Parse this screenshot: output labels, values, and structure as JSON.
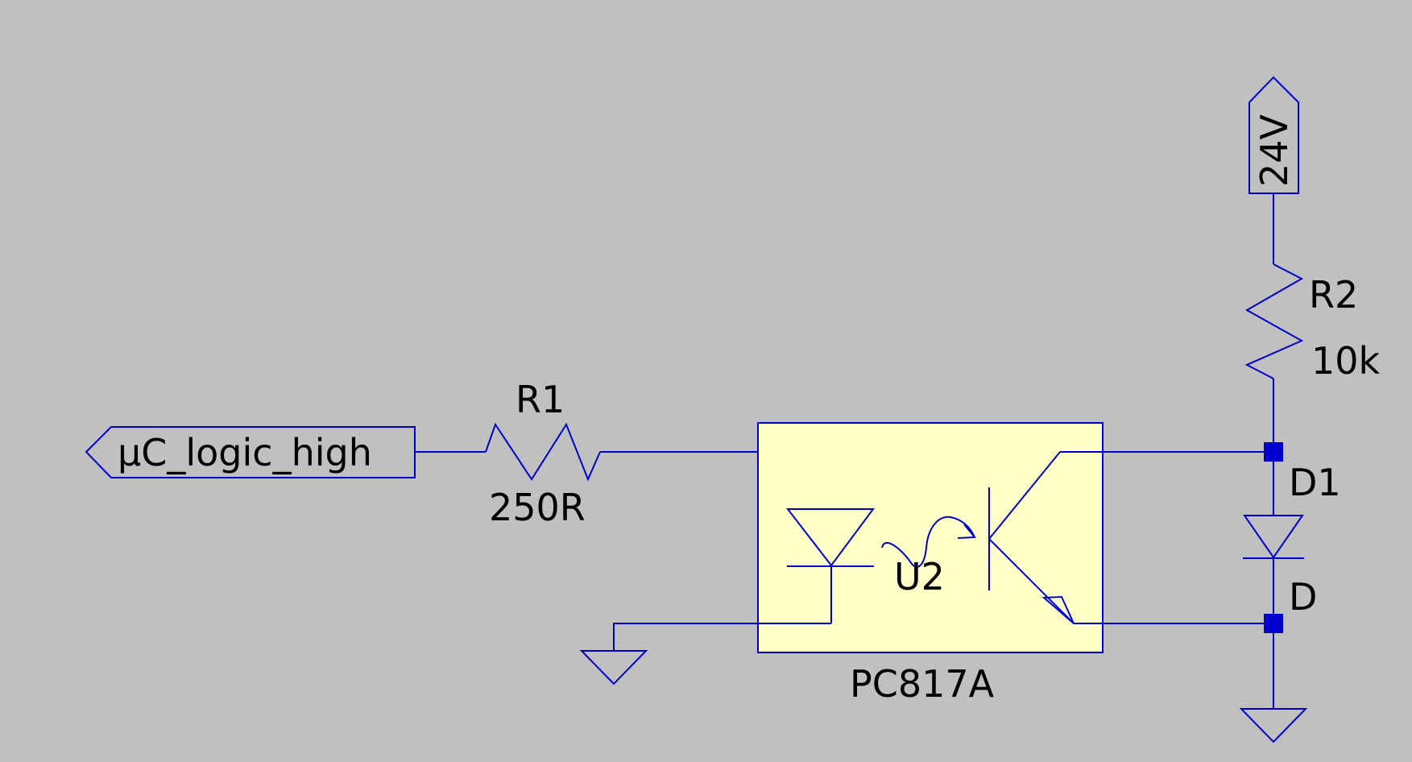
{
  "colors": {
    "background": "#c0c0c0",
    "wire": "#0000cc",
    "component_fill": "#ffffc8",
    "text": "#000000"
  },
  "net_labels": {
    "input": "µC_logic_high",
    "supply": "24V"
  },
  "components": {
    "r1": {
      "ref": "R1",
      "value": "250R"
    },
    "r2": {
      "ref": "R2",
      "value": "10k"
    },
    "u2": {
      "ref": "U2",
      "value": "PC817A"
    },
    "d1": {
      "ref": "D1",
      "value": "D"
    }
  },
  "icons": {
    "ground": "ground-icon",
    "led": "led-icon",
    "phototransistor": "phototransistor-icon",
    "diode": "diode-icon",
    "resistor": "resistor-icon"
  }
}
